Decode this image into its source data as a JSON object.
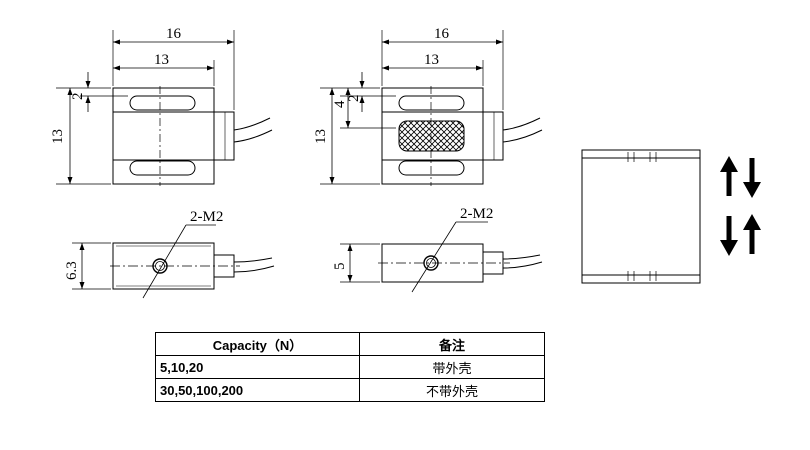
{
  "dimensions": {
    "front_left": {
      "overall_width": "16",
      "body_width": "13",
      "height": "13",
      "slot": "2"
    },
    "front_right": {
      "overall_width": "16",
      "body_width": "13",
      "height": "13",
      "slot": "2",
      "offset": "4"
    },
    "bottom_left": {
      "thread": "2-M2",
      "height": "6.3"
    },
    "bottom_right": {
      "thread": "2-M2",
      "height": "5"
    }
  },
  "icons": [
    "load-direction-arrows-icon"
  ],
  "table": {
    "headers": [
      "Capacity（N）",
      "备注"
    ],
    "rows": [
      {
        "capacity": "5,10,20",
        "note": "带外壳"
      },
      {
        "capacity": "30,50,100,200",
        "note": "不带外壳"
      }
    ]
  }
}
